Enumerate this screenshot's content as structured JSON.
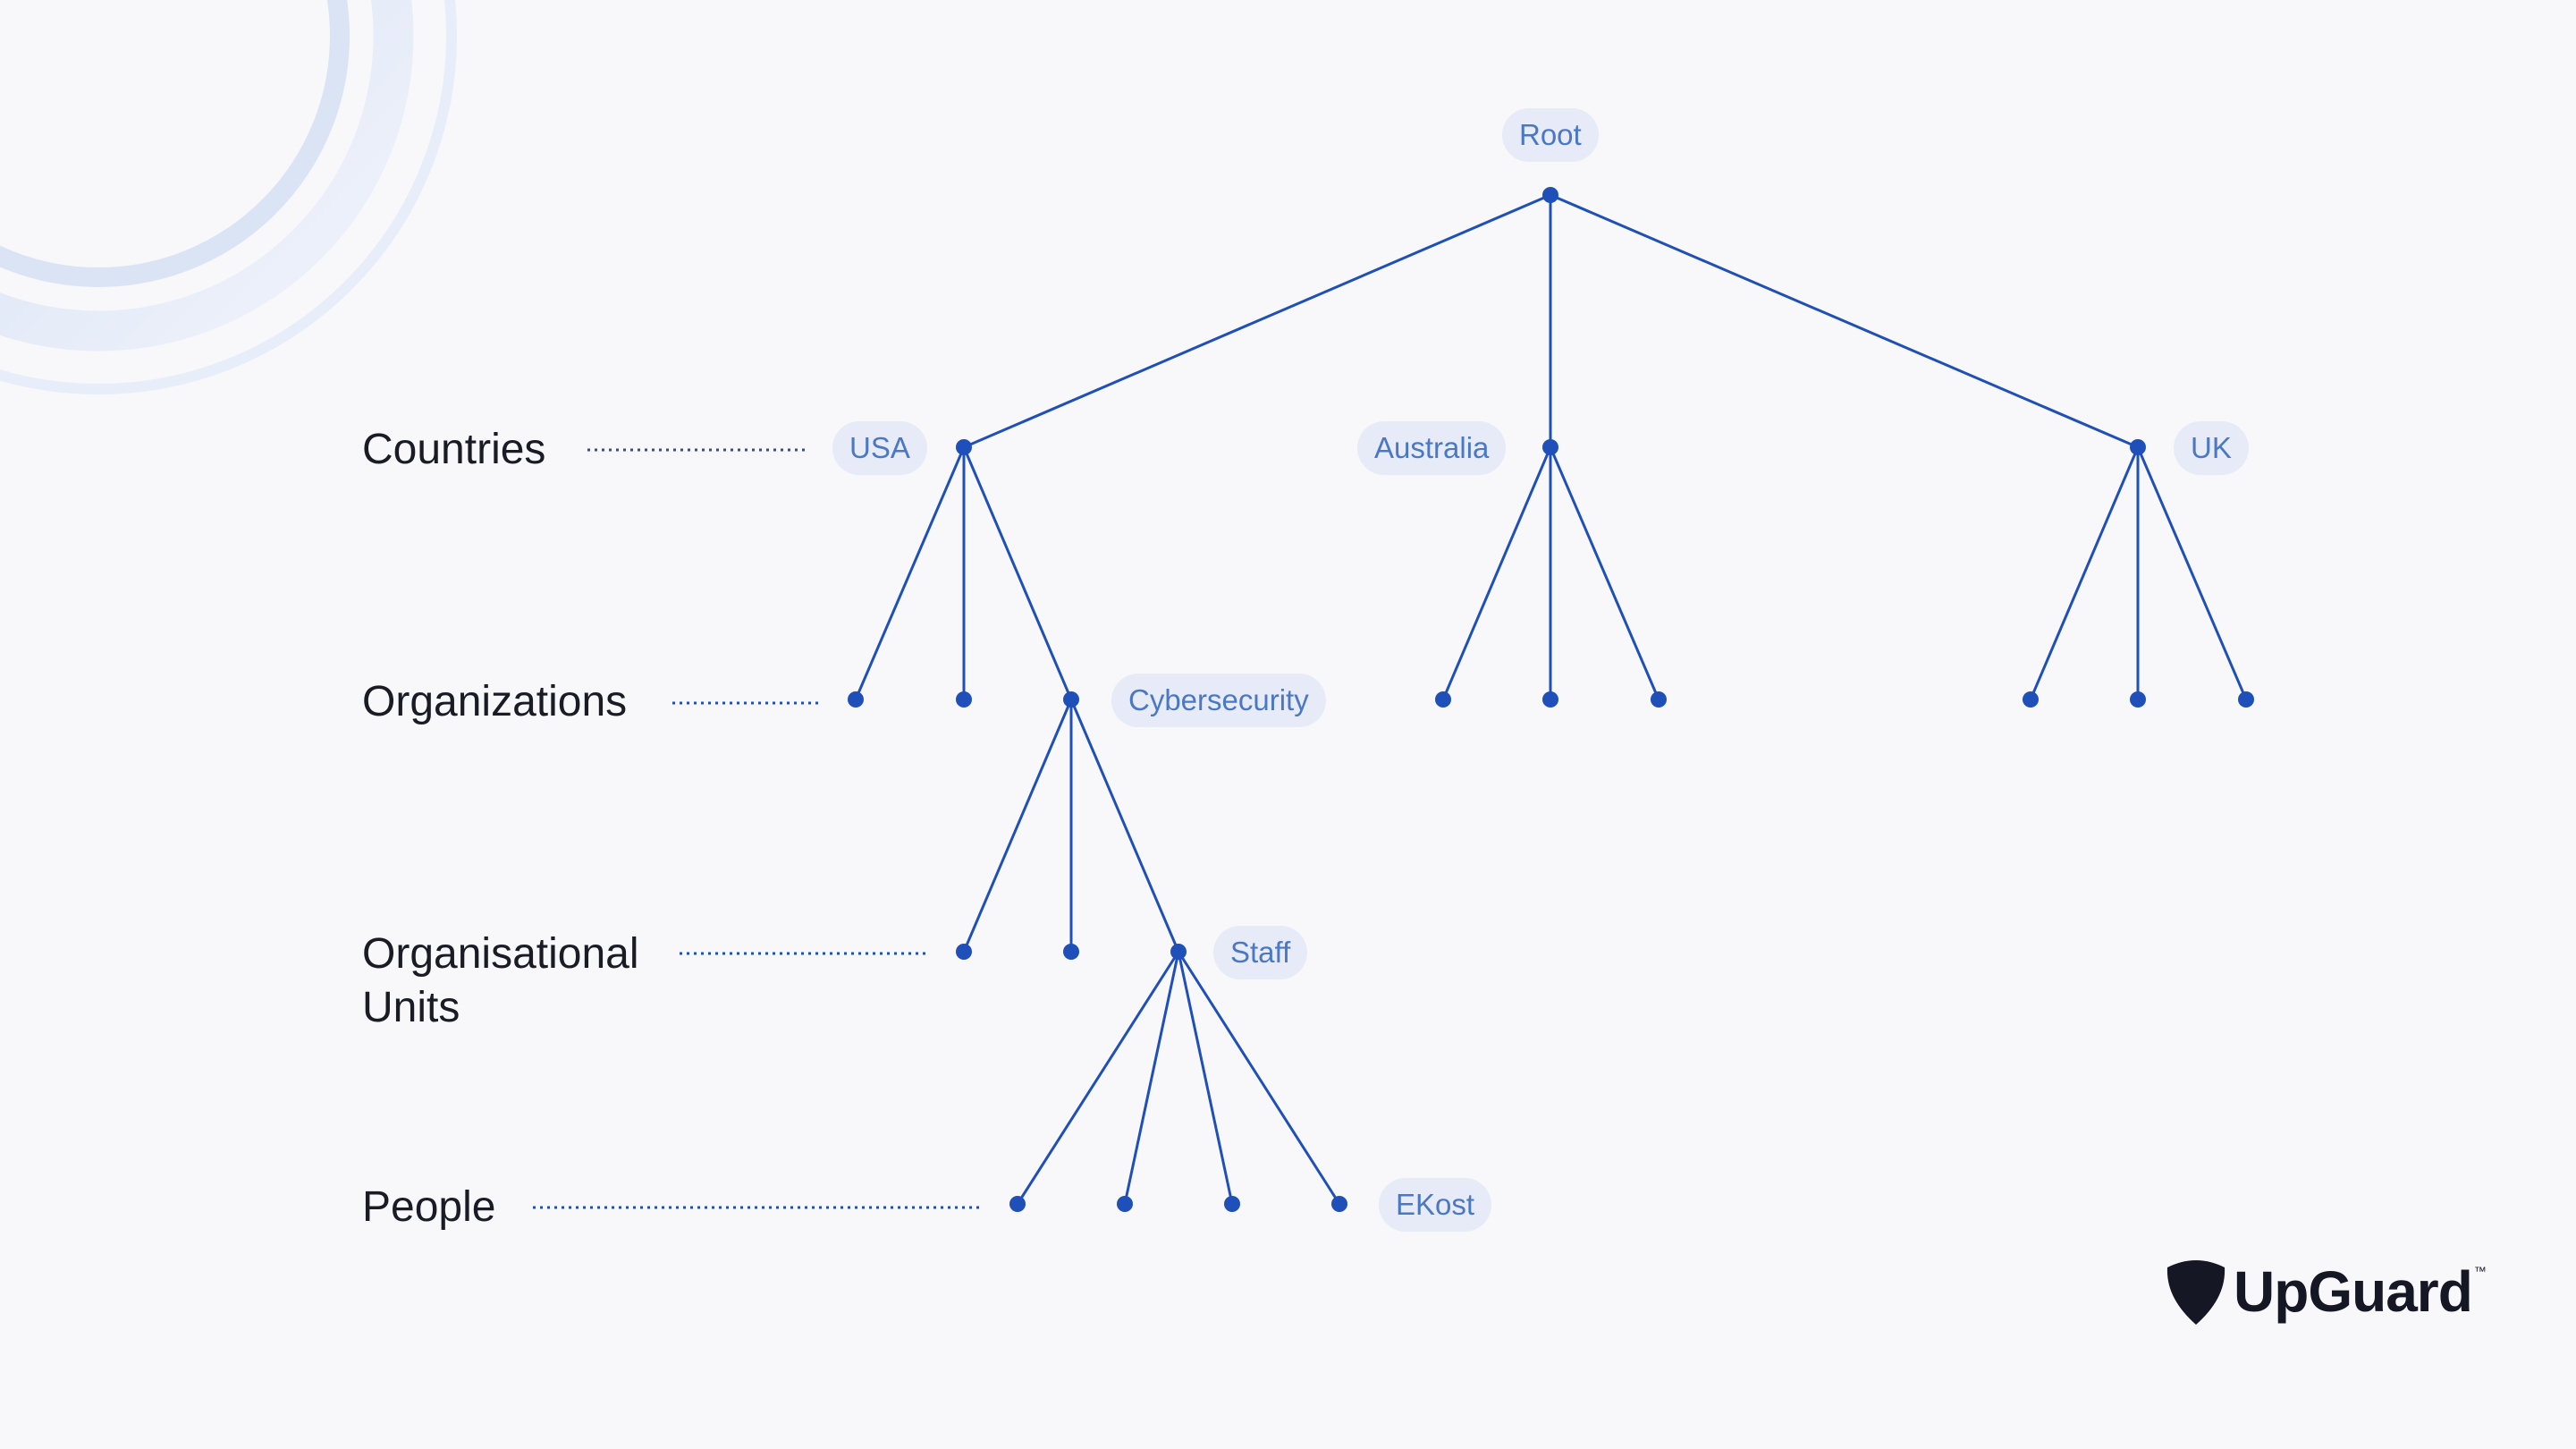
{
  "levels": {
    "countries": "Countries",
    "organizations": "Organizations",
    "units": "Organisational\nUnits",
    "people": "People"
  },
  "nodes": {
    "root": "Root",
    "usa": "USA",
    "australia": "Australia",
    "uk": "UK",
    "cybersecurity": "Cybersecurity",
    "staff": "Staff",
    "ekost": "EKost"
  },
  "brand": {
    "name": "UpGuard",
    "tm": "™"
  },
  "colors": {
    "line": "#1f4fb8",
    "node": "#1f4fb8",
    "pill_bg": "#e6ebf7",
    "pill_text": "#4b78c4",
    "background": "#f8f8fb"
  }
}
